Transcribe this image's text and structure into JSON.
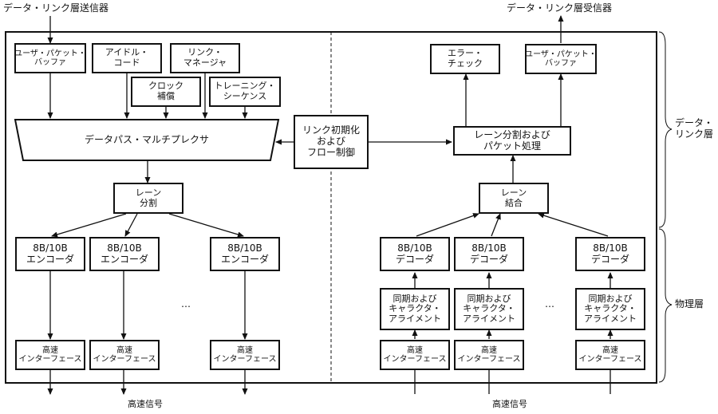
{
  "labels": {
    "transmitter": "データ・リンク層送信器",
    "receiver": "データ・リンク層受信器",
    "hs_signal_left": "高速信号",
    "hs_signal_right": "高速信号",
    "dll_line1": "データ・",
    "dll_line2": "リンク層",
    "phy": "物理層",
    "ellipsis_tx": "…",
    "ellipsis_rx": "…"
  },
  "tx": {
    "user_buffer": [
      "ユーザ・パケット・",
      "バッファ"
    ],
    "idle_code": [
      "アイドル・",
      "コード"
    ],
    "link_manager": [
      "リンク・",
      "マネージャ"
    ],
    "clock_comp": [
      "クロック",
      "補償"
    ],
    "training": [
      "トレーニング・",
      "シーケンス"
    ],
    "mux": "データパス・マルチプレクサ",
    "lane_split": [
      "レーン",
      "分割"
    ],
    "encoder": [
      "8B/10B",
      "エンコーダ"
    ],
    "hs_if": [
      "高速",
      "インターフェース"
    ]
  },
  "center": {
    "link_init": [
      "リンク初期化",
      "および",
      "フロー制御"
    ]
  },
  "rx": {
    "error_check": [
      "エラー・",
      "チェック"
    ],
    "user_buffer": [
      "ユーザ・パケット・",
      "バッファ"
    ],
    "lane_packet": [
      "レーン分割および",
      "パケット処理"
    ],
    "lane_merge": [
      "レーン",
      "結合"
    ],
    "decoder": [
      "8B/10B",
      "デコーダ"
    ],
    "sync_align": [
      "同期および",
      "キャラクタ・",
      "アライメント"
    ],
    "hs_if": [
      "高速",
      "インターフェース"
    ]
  }
}
